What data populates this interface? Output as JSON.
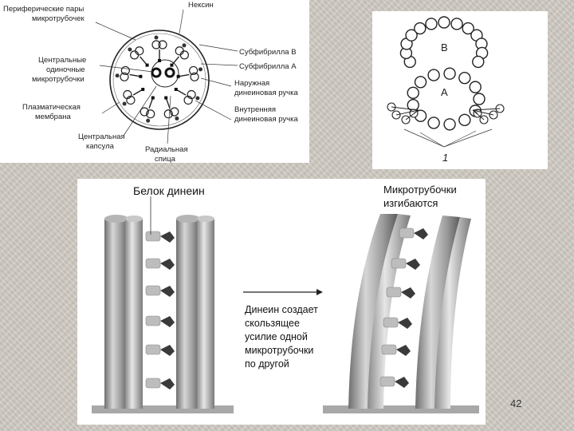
{
  "cross_section": {
    "labels": {
      "peripheral_pairs": [
        "Периферические пары",
        "микротрубочек"
      ],
      "nexin": "Нексин",
      "subfibril_b": "Субфибрилла В",
      "subfibril_a": "Субфибрилла А",
      "central_single": [
        "Центральные",
        "одиночные",
        "микротрубочки"
      ],
      "outer_dynein": [
        "Наружная",
        "динеиновая ручка"
      ],
      "plasma_membrane": [
        "Плазматическая",
        "мембрана"
      ],
      "inner_dynein": [
        "Внутренняя",
        "динеиновая ручка"
      ],
      "central_capsule": [
        "Центральная",
        "капсула"
      ],
      "radial_spoke": [
        "Радиальная",
        "спица"
      ]
    }
  },
  "subfibril": {
    "label_b": "B",
    "label_a": "A",
    "label_1": "1"
  },
  "sliding": {
    "dynein_label": "Белок динеин",
    "bend_label": [
      "Микротрубочки",
      "изгибаются"
    ],
    "description": [
      "Динеин создает",
      "скользящее",
      "усилие одной",
      "микротрубочки",
      "по другой"
    ]
  },
  "page_number": "42"
}
